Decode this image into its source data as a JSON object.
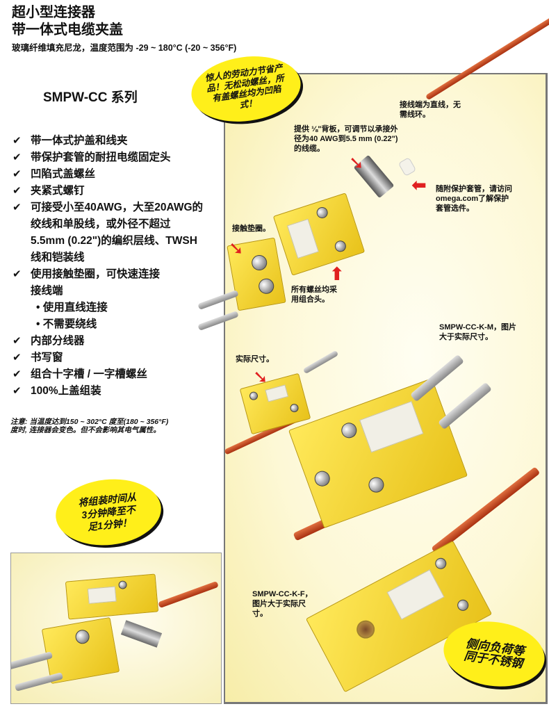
{
  "header": {
    "title_line1": "超小型连接器",
    "title_line2": "带一体式电缆夹盖",
    "subtitle": "玻璃纤维填充尼龙，温度范围为 -29 ~ 180°C (-20 ~ 356°F)"
  },
  "series_title": "SMPW-CC 系列",
  "features": [
    "带一体式护盖和线夹",
    "带保护套管的耐扭电缆固定头",
    "凹陷式盖螺丝",
    "夹紧式螺钉",
    "可接受小至40AWG，大至20AWG的绞线和单股线，或外径不超过5.5mm (0.22\")的编织层线、TWSH线和铠装线",
    "使用接触垫圈，可快速连接接线端",
    "内部分线器",
    "书写窗",
    "组合十字槽 / 一字槽螺丝",
    "100%上盖组装"
  ],
  "sub_features": [
    "• 使用直线连接",
    "• 不需要绕线"
  ],
  "check_icon": "✔",
  "note": "注意: 当温度达到150 ~ 302°C 度至(180 ~ 356°F) 度时, 连接器会变色。但不会影响其电气属性。",
  "bubbles": {
    "labor": "惊人的劳动力节省产品！无松动螺丝，所有盖螺丝均为凹陷式！",
    "time": "将组装时间从3分钟降至不足1分钟！",
    "load": "侧向负荷等同于不锈钢"
  },
  "callouts": {
    "straight": "接线端为直线，无需线环。",
    "backplate": "提供 ⅛\"背板，可调节以承接外径为40 AWG到5.5 mm (0.22\")的线缆。",
    "sleeve": "随附保护套管，请访问omega.com了解保护套管选件。",
    "washer": "接触垫圈。",
    "screws": "所有螺丝均采用组合头。",
    "male": "SMPW-CC-K-M，图片大于实际尺寸。",
    "actual": "实际尺寸。",
    "female": "SMPW-CC-K-F，图片大于实际尺寸。"
  },
  "colors": {
    "bubble": "#ffef1a",
    "connector": "#f2d433",
    "cable": "#c0481e",
    "arrow": "#e02020"
  }
}
